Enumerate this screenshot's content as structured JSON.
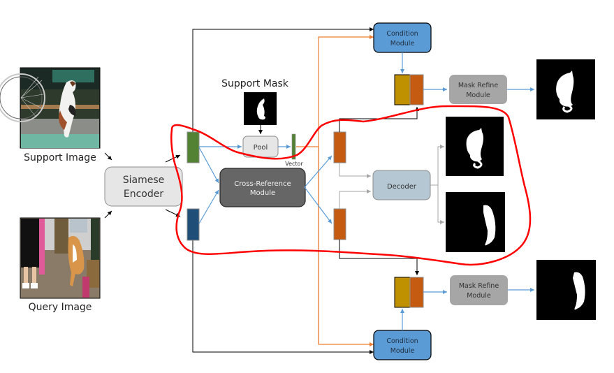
{
  "inputs": {
    "support_image_label": "Support Image",
    "query_image_label": "Query Image",
    "support_mask_label": "Support Mask"
  },
  "modules": {
    "siamese_encoder": [
      "Siamese",
      "Encoder"
    ],
    "pool": "Pool",
    "vector_label": "Vector",
    "cross_reference": [
      "Cross-Reference",
      "Module"
    ],
    "decoder": "Decoder",
    "condition_top": [
      "Condition",
      "Module"
    ],
    "condition_bottom": [
      "Condition",
      "Module"
    ],
    "mask_refine_top": [
      "Mask Refine",
      "Module"
    ],
    "mask_refine_bottom": [
      "Mask Refine",
      "Module"
    ]
  },
  "colors": {
    "support_feature": "#548235",
    "query_feature": "#1f4e79",
    "reference_feature": "#c55a11",
    "condition_feature": "#bf9000",
    "condition_module": "#5b9bd5",
    "cross_reference_module": "#666666",
    "decoder_module": "#b4c7d3",
    "encoder_module": "#e7e6e6",
    "mask_refine_module": "#a6a6a6",
    "highlight_outline": "#ff0000",
    "arrow_blue": "#5b9bd5",
    "arrow_orange": "#ed7d31",
    "arrow_gray": "#a6a6a6",
    "arrow_black": "#000000"
  }
}
